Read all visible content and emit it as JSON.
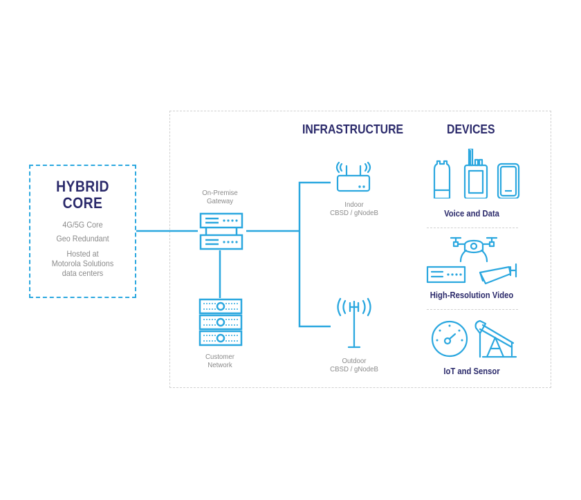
{
  "hybrid_core": {
    "title_line1": "HYBRID",
    "title_line2": "CORE",
    "details": [
      "4G/5G Core",
      "Geo Redundant"
    ],
    "hosted_lines": [
      "Hosted at",
      "Motorola Solutions",
      "data centers"
    ]
  },
  "gateway": {
    "label_line1": "On-Premise",
    "label_line2": "Gateway",
    "icon": "server-stack-icon"
  },
  "customer_network": {
    "label_line1": "Customer",
    "label_line2": "Network",
    "icon": "network-rack-icon"
  },
  "infrastructure": {
    "heading": "INFRASTRUCTURE",
    "indoor": {
      "label_line1": "Indoor",
      "label_line2": "CBSD / gNodeB",
      "icon": "wireless-router-icon"
    },
    "outdoor": {
      "label_line1": "Outdoor",
      "label_line2": "CBSD / gNodeB",
      "icon": "cell-tower-icon"
    }
  },
  "devices": {
    "heading": "DEVICES",
    "groups": [
      {
        "label": "Voice and Data",
        "icons": [
          "radio-handset-icon",
          "walkie-talkie-icon",
          "tablet-icon"
        ]
      },
      {
        "label": "High-Resolution Video",
        "icons": [
          "drone-icon",
          "video-recorder-icon",
          "security-camera-icon"
        ]
      },
      {
        "label": "IoT and Sensor",
        "icons": [
          "gauge-icon",
          "oil-pump-jack-icon"
        ]
      }
    ]
  },
  "colors": {
    "accent_blue": "#2aa7df",
    "heading_navy": "#2b2a6b",
    "label_gray": "#8a8a8a",
    "divider_gray": "#cfcfcf"
  }
}
